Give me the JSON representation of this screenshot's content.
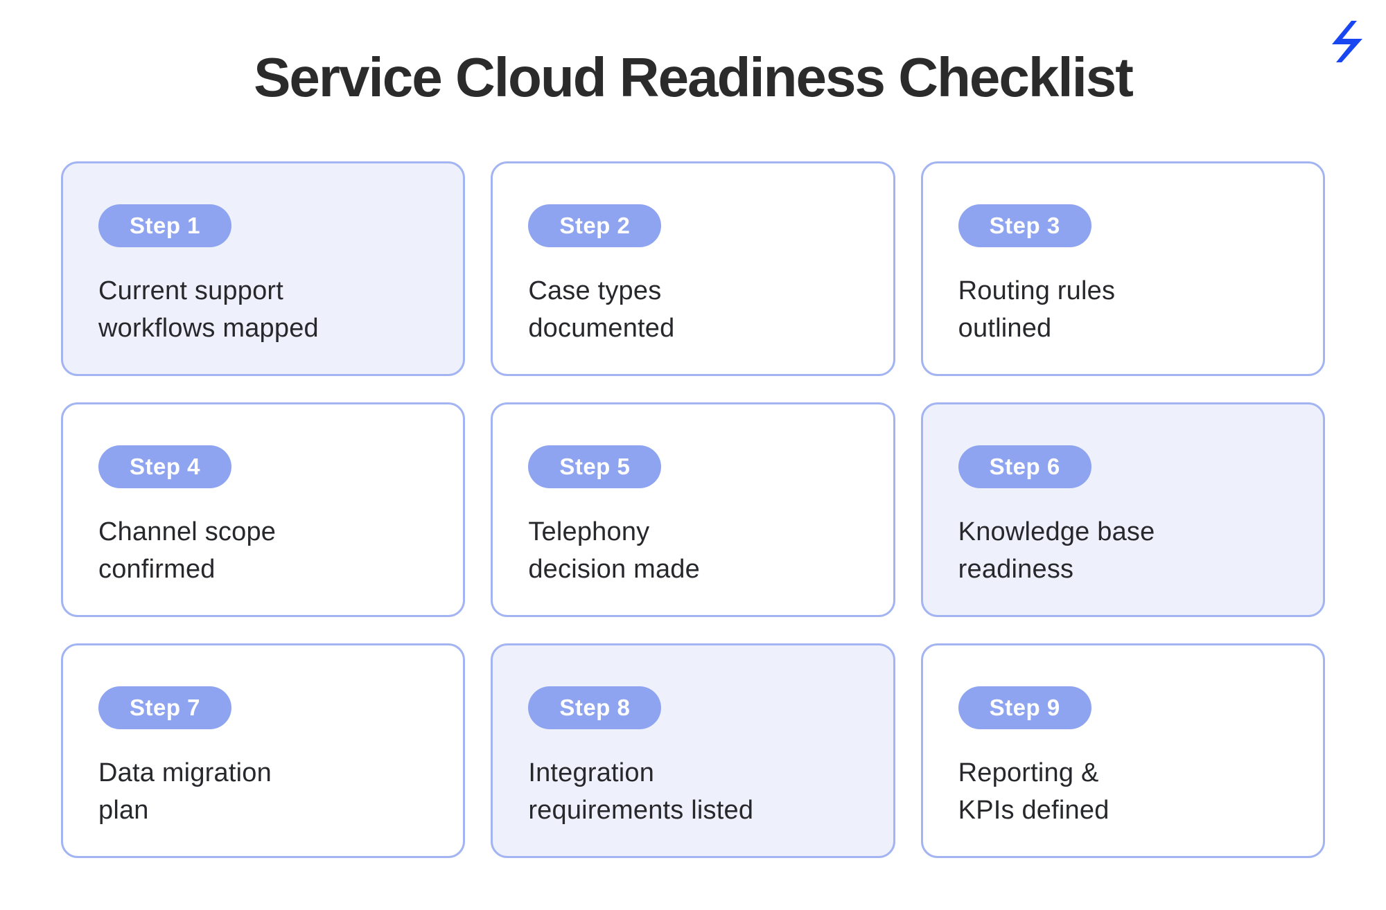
{
  "page": {
    "title": "Service Cloud Readiness Checklist"
  },
  "logo": {
    "icon": "lightning-bolt",
    "color": "#1847f2"
  },
  "theme": {
    "badge_bg": "#8fa4f0",
    "badge_text": "#ffffff",
    "card_border": "#a3b4f3",
    "card_bg_default": "#ffffff",
    "card_bg_highlight": "#eef1fc",
    "title_color": "#2b2b2b",
    "body_color": "#26282c"
  },
  "cards": [
    {
      "step": "Step 1",
      "label": "Current support\nworkflows mapped",
      "variant": "highlight"
    },
    {
      "step": "Step 2",
      "label": "Case types\ndocumented",
      "variant": "default"
    },
    {
      "step": "Step 3",
      "label": "Routing rules\noutlined",
      "variant": "default"
    },
    {
      "step": "Step 4",
      "label": "Channel scope\nconfirmed",
      "variant": "default"
    },
    {
      "step": "Step 5",
      "label": "Telephony\ndecision made",
      "variant": "default"
    },
    {
      "step": "Step 6",
      "label": "Knowledge base\nreadiness",
      "variant": "highlight"
    },
    {
      "step": "Step 7",
      "label": "Data migration\nplan",
      "variant": "default"
    },
    {
      "step": "Step 8",
      "label": "Integration\nrequirements listed",
      "variant": "highlight"
    },
    {
      "step": "Step 9",
      "label": "Reporting &\nKPIs defined",
      "variant": "default"
    }
  ]
}
